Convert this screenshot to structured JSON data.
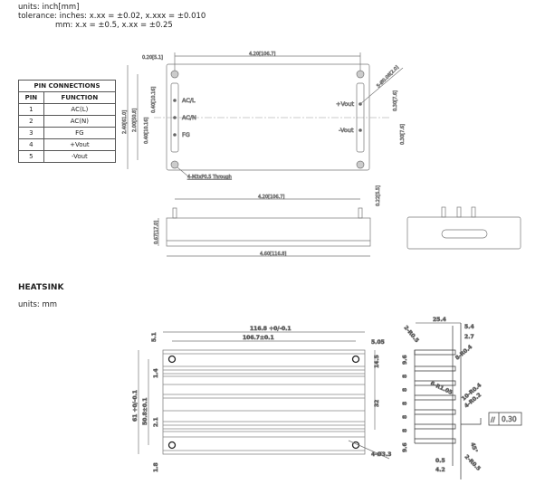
{
  "header": {
    "units": "units: inch[mm]",
    "tolerance_line1": "tolerance: inches: x.xx = ±0.02, x.xxx = ±0.010",
    "tolerance_line2": "mm: x.x = ±0.5, x.xx = ±0.25"
  },
  "pin_table": {
    "title": "PIN CONNECTIONS",
    "columns": [
      "PIN",
      "FUNCTION"
    ],
    "rows": [
      [
        "1",
        "AC(L)"
      ],
      [
        "2",
        "AC(N)"
      ],
      [
        "3",
        "FG"
      ],
      [
        "4",
        "+Vout"
      ],
      [
        "5",
        "-Vout"
      ]
    ]
  },
  "top_view": {
    "pin_labels": [
      "AC/L",
      "AC/N",
      "FG",
      "+Vout",
      "-Vout"
    ],
    "dims": {
      "offset": "0.20[5.1]",
      "pitch": "4.20[106.7]",
      "height": "2.40[61.0]",
      "hole_span": "2.00[50.8]",
      "pin_pitch1": "0.40[10.16]",
      "pin_pitch2": "0.40[10.16]",
      "pin_dia": "5-Ø0.08[2.0]",
      "out1": "0.30[7.6]",
      "out2": "0.30[7.6]",
      "holes": "4-M3xP0.5 Through"
    }
  },
  "side_view": {
    "dims": {
      "pitch": "4.20[106.7]",
      "pin_h": "0.22[5.5]",
      "height": "0.67[17.0]",
      "length": "4.60[116.8]"
    }
  },
  "heatsink": {
    "title": "HEATSINK",
    "units": "units: mm",
    "front_dims": {
      "length": "116.8 +0/-0.1",
      "pitch": "106.7±0.1",
      "edge": "5.05",
      "top": "5.1",
      "height": "61 +0/-0.1",
      "hole_span": "50.8±0.1",
      "fin1": "1.4",
      "fin2": "2.1",
      "bottom": "1.8",
      "seg1": "14.5",
      "seg2": "32",
      "holes": "4-Ø3.3"
    },
    "side_dims": {
      "width": "25.4",
      "d1": "5.4",
      "d2": "2.7",
      "r1": "2-R0.5",
      "r2": "8-R0.4",
      "r3": "6-R1.05",
      "r4": "10-R0.4",
      "r5": "4-R0.2",
      "r6": "2-R0.5",
      "angle": "45°",
      "s1": "9.6",
      "s2": "8",
      "s3": "8",
      "s4": "8",
      "s5": "8",
      "s6": "8",
      "s7": "9.6",
      "b1": "0.5",
      "b2": "4.2",
      "flatness": "0.30"
    }
  }
}
